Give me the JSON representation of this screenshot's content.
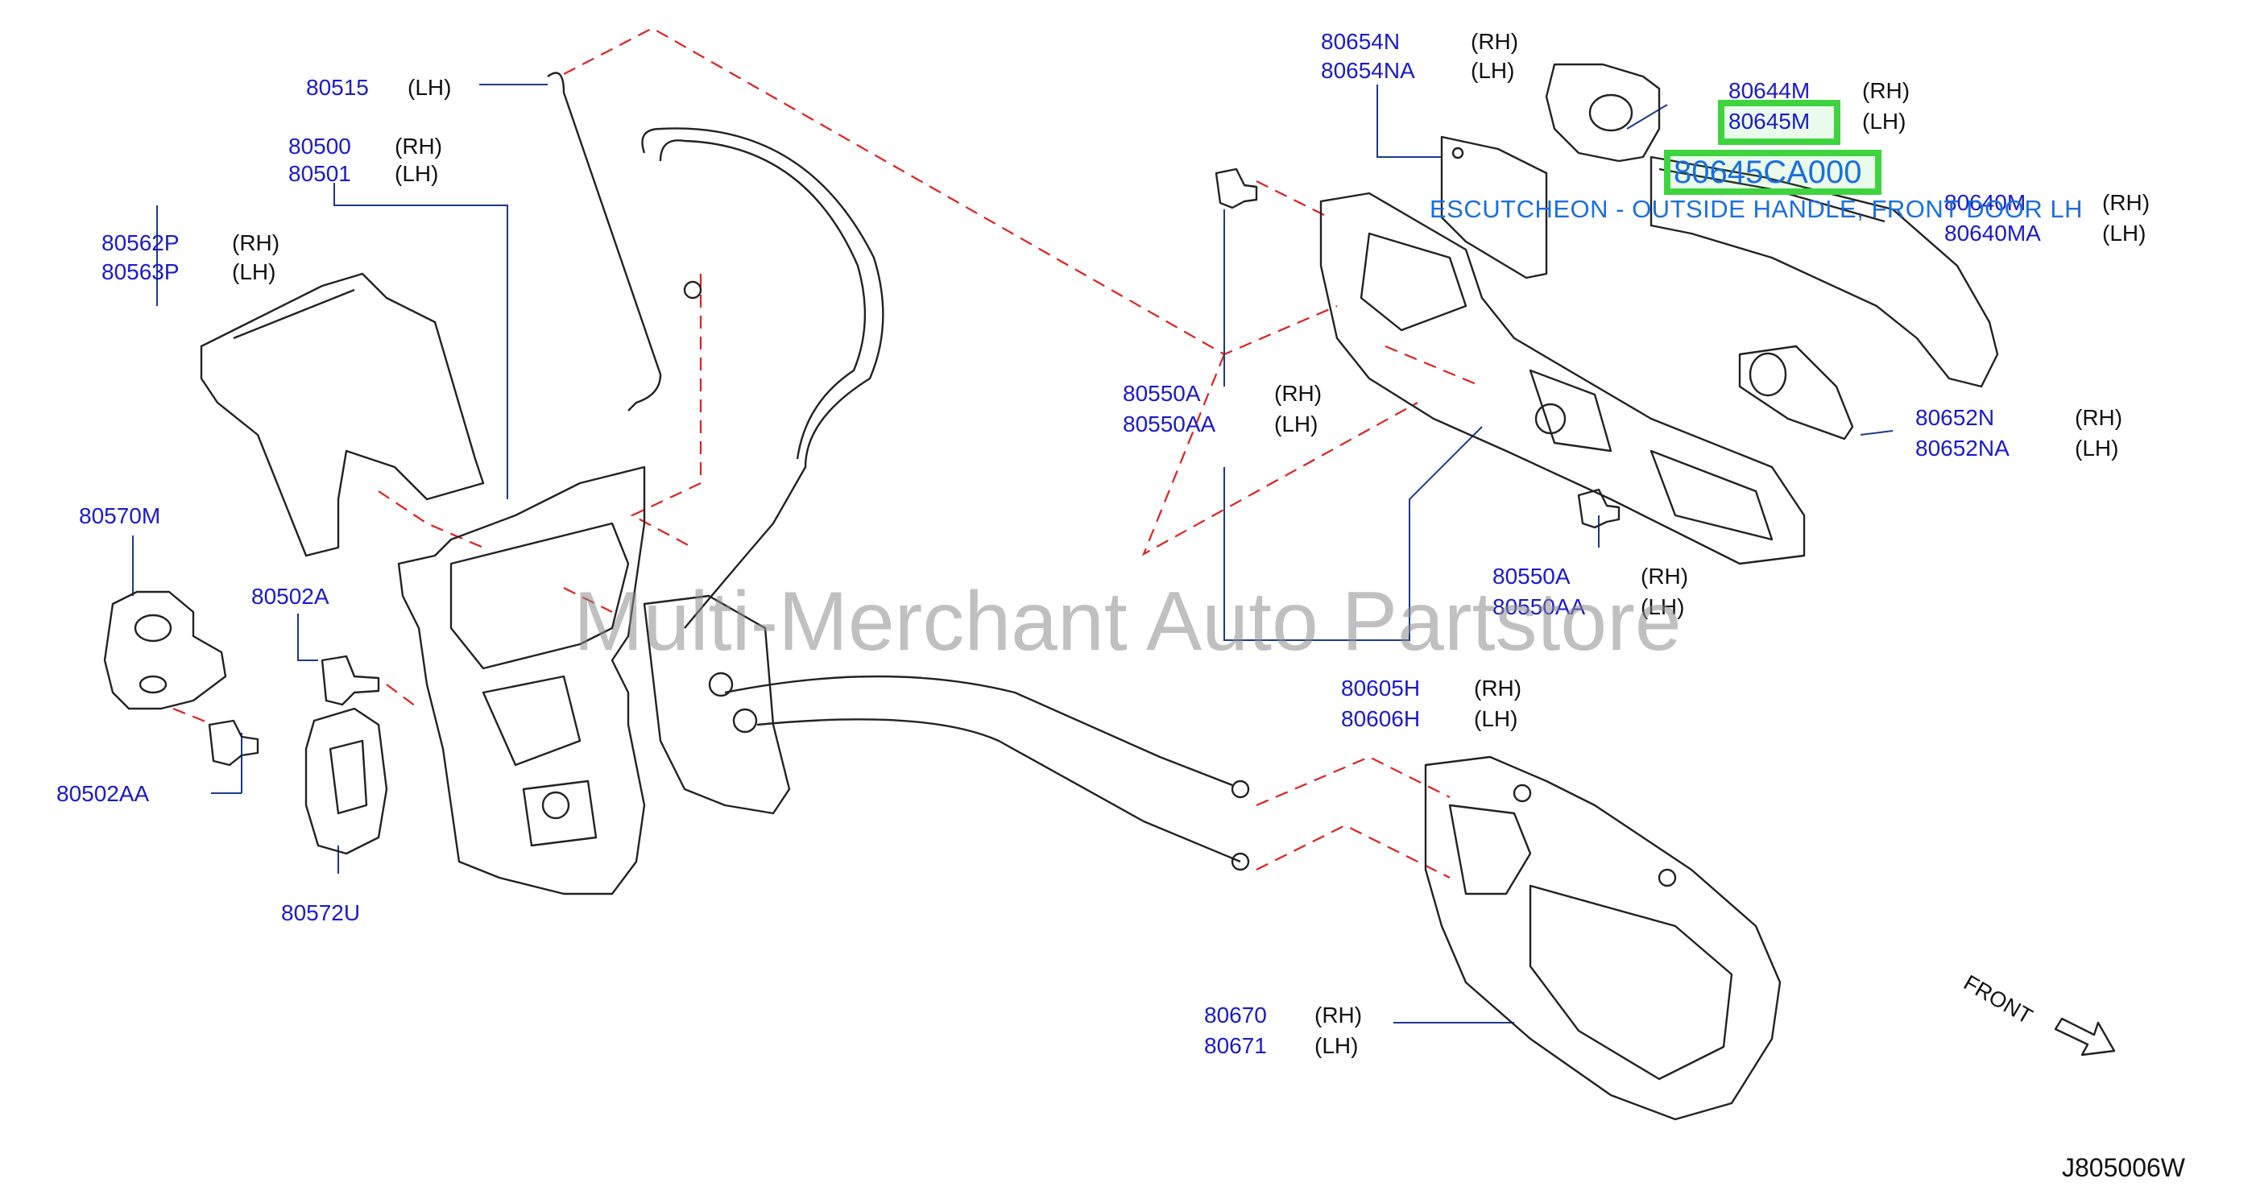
{
  "callouts": [
    {
      "id": "c80515",
      "lines": [
        {
          "part": "80515",
          "side": "(LH)"
        }
      ]
    },
    {
      "id": "c80500",
      "lines": [
        {
          "part": "80500",
          "side": "(RH)"
        },
        {
          "part": "80501",
          "side": "(LH)"
        }
      ]
    },
    {
      "id": "c80562",
      "lines": [
        {
          "part": "80562P",
          "side": "(RH)"
        },
        {
          "part": "80563P",
          "side": "(LH)"
        }
      ]
    },
    {
      "id": "c80570",
      "lines": [
        {
          "part": "80570M",
          "side": ""
        }
      ]
    },
    {
      "id": "c80502A",
      "lines": [
        {
          "part": "80502A",
          "side": ""
        }
      ]
    },
    {
      "id": "c80502AA",
      "lines": [
        {
          "part": "80502AA",
          "side": ""
        }
      ]
    },
    {
      "id": "c80572",
      "lines": [
        {
          "part": "80572U",
          "side": ""
        }
      ]
    },
    {
      "id": "c80654",
      "lines": [
        {
          "part": "80654N",
          "side": "(RH)"
        },
        {
          "part": "80654NA",
          "side": "(LH)"
        }
      ]
    },
    {
      "id": "c80644",
      "lines": [
        {
          "part": "80644M",
          "side": "(RH)"
        },
        {
          "part": "80645M",
          "side": "(LH)"
        }
      ]
    },
    {
      "id": "c80640",
      "lines": [
        {
          "part": "80640M",
          "side": "(RH)"
        },
        {
          "part": "80640MA",
          "side": "(LH)"
        }
      ]
    },
    {
      "id": "c80550top",
      "lines": [
        {
          "part": "80550A",
          "side": "(RH)"
        },
        {
          "part": "80550AA",
          "side": "(LH)"
        }
      ]
    },
    {
      "id": "c80652",
      "lines": [
        {
          "part": "80652N",
          "side": "(RH)"
        },
        {
          "part": "80652NA",
          "side": "(LH)"
        }
      ]
    },
    {
      "id": "c80550bot",
      "lines": [
        {
          "part": "80550A",
          "side": "(RH)"
        },
        {
          "part": "80550AA",
          "side": "(LH)"
        }
      ]
    },
    {
      "id": "c80605",
      "lines": [
        {
          "part": "80605H",
          "side": "(RH)"
        },
        {
          "part": "80606H",
          "side": "(LH)"
        }
      ]
    },
    {
      "id": "c80670",
      "lines": [
        {
          "part": "80670",
          "side": "(RH)"
        },
        {
          "part": "80671",
          "side": "(LH)"
        }
      ]
    }
  ],
  "highlight": {
    "part_number": "80645CA000",
    "description": "ESCUTCHEON - OUTSIDE HANDLE, FRONT DOOR LH",
    "highlight_color": "#3ed43e",
    "text_color": "#1a6fe0"
  },
  "watermark": "Multi-Merchant Auto Partstore",
  "direction_label": "FRONT",
  "diagram_ref": "J805006W",
  "colors": {
    "part_number": "#1a1acc",
    "leader": "#1a3a8c",
    "dashed": "#e02020",
    "outline": "#222222"
  }
}
